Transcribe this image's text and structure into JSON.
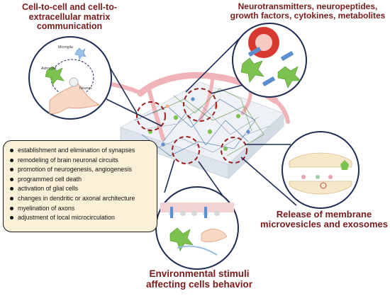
{
  "titles": {
    "cell_communication": "Cell-to-cell and cell-to-extracellular matrix communication",
    "neurotransmitters": "Neurotransmitters, neuropeptides, growth factors, cytokines, metabolites",
    "release": "Release of membrane microvesicles and exosomes",
    "environmental": "Environmental stimuli affecting cells behavior"
  },
  "inset_labels": {
    "microglia": "Microglia",
    "astrocyte": "Astrocyte",
    "neuron": "Neuron"
  },
  "effects": [
    "establishment and elimination of synapses",
    "remodeling of brain neuronal circuits",
    "promotion of neurogenesis, angiogenesis",
    "programmed cell death",
    "activation of glial cells",
    "changes in dendritic or axonal architecture",
    "myelination of axons",
    "adjustment of local microcirculation"
  ],
  "colors": {
    "title": "#7a1b1b",
    "box_fill": "#fbf1d9",
    "vessel": "#f0b3b8",
    "connector": "#1f2d55",
    "dashed_circle": "#9b1f1f"
  }
}
